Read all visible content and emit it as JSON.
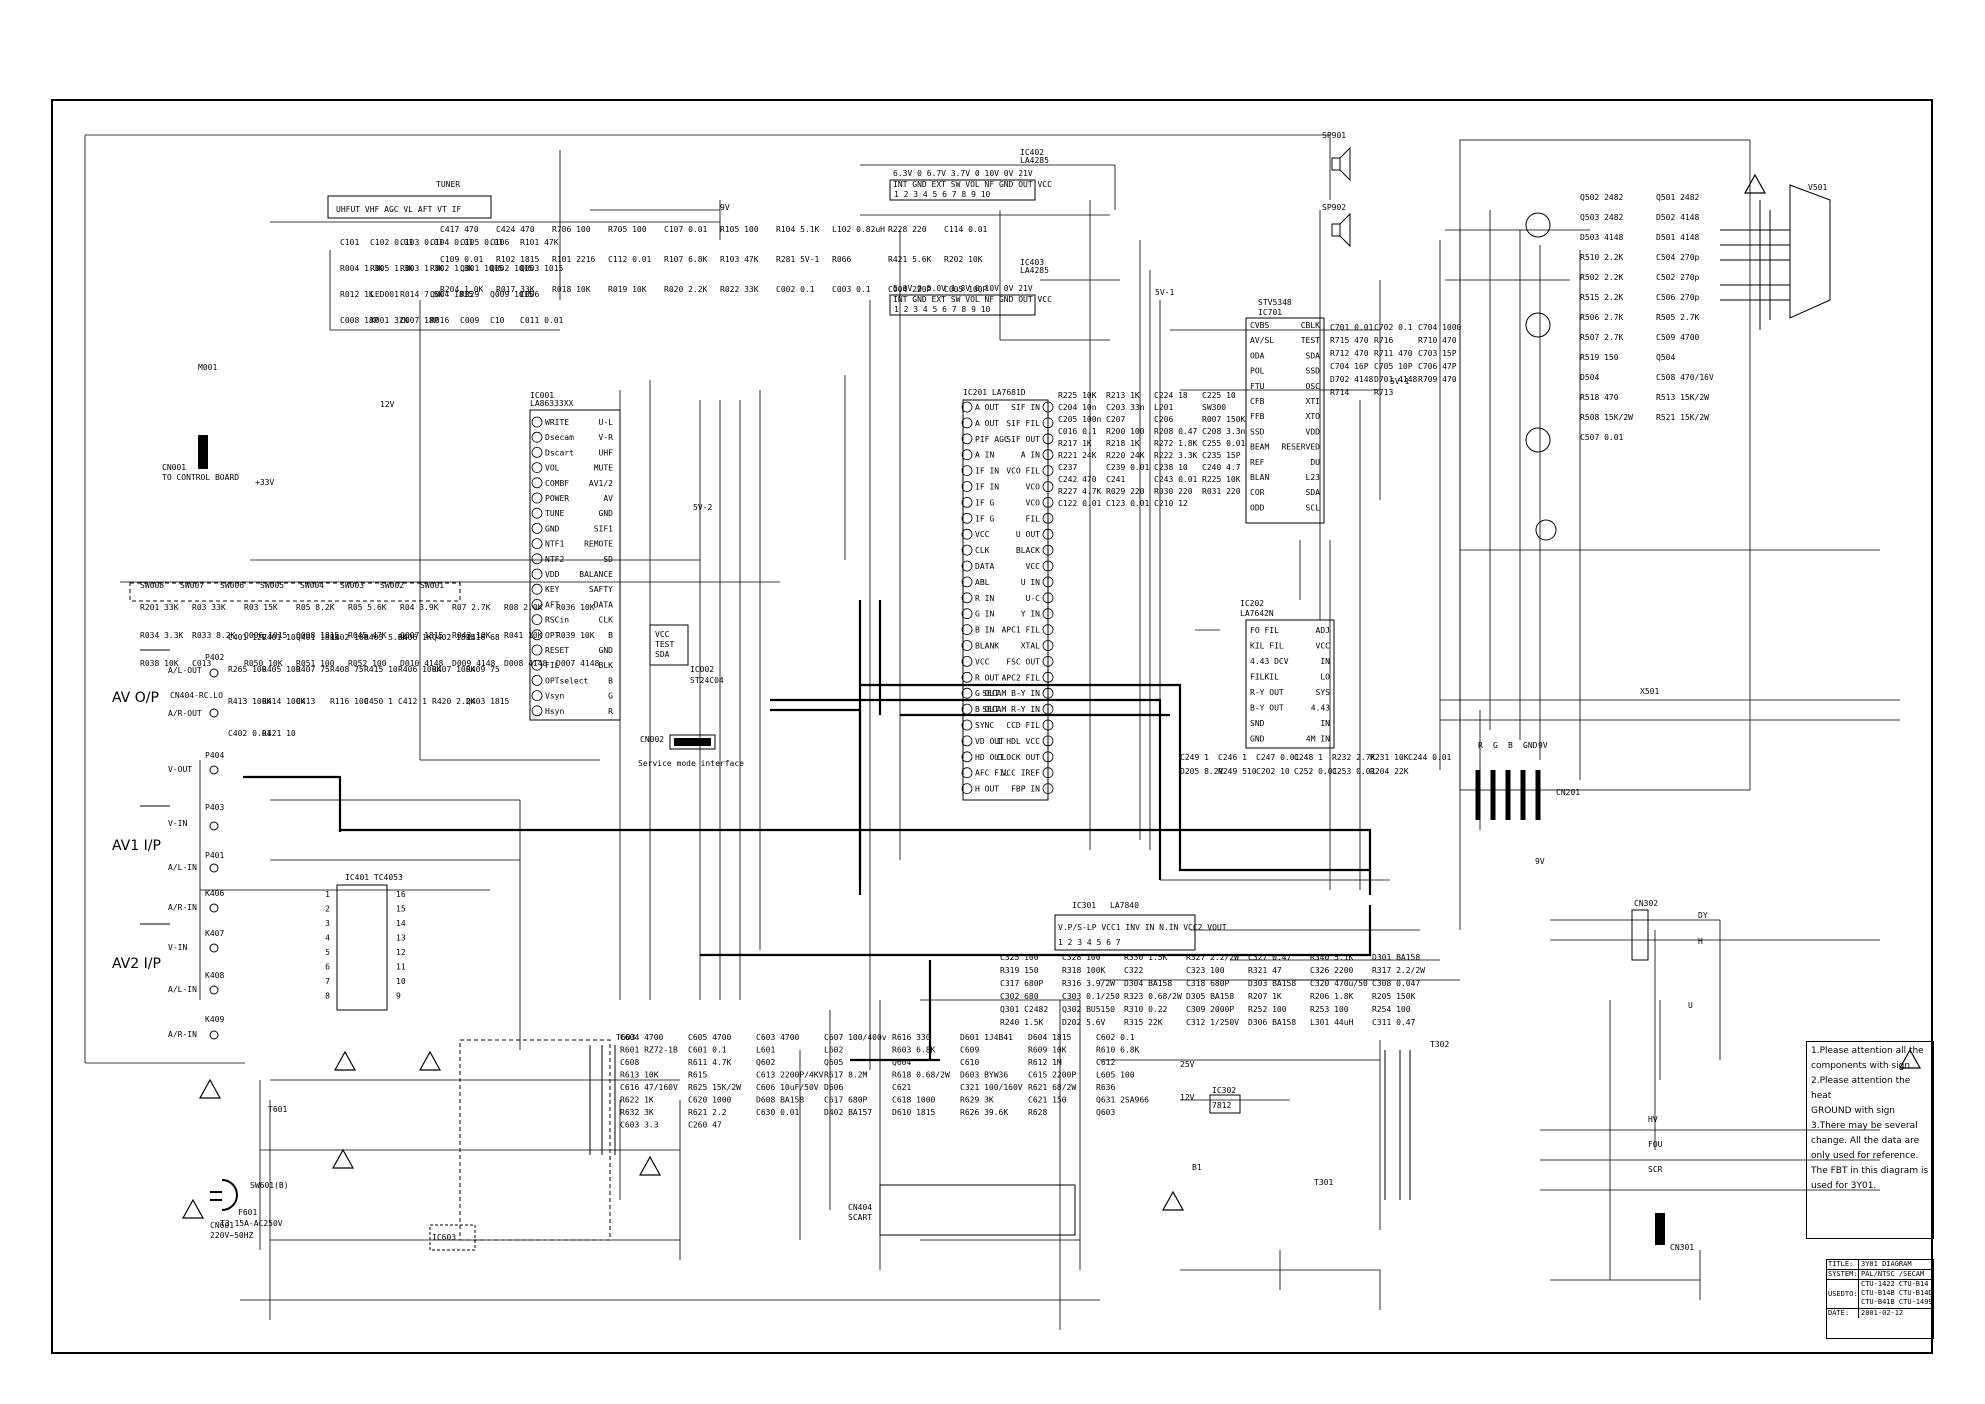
{
  "labels": {
    "tuner": "TUNER",
    "tuner_pins": "UHFUT VHF AGC VL AFT VT IF",
    "ic001": "IC001",
    "ic001_part": "LA86333XX",
    "ic201": "IC201 LA7681D",
    "ic202": "IC202",
    "ic202_part": "LA7642N",
    "ic301": "IC301",
    "ic301_part": "LA7840",
    "ic401": "IC401 TC4053",
    "ic402": "IC402",
    "ic402_part": "LA4285",
    "ic403": "IC403",
    "ic403_part": "LA4285",
    "ic701": "IC701",
    "ic701_part": "STV5348",
    "ic002": "IC002",
    "ic002_part": "ST24C04",
    "ic302": "IC302",
    "ic302_part": "7812",
    "ic603": "IC603",
    "cn001": "CN001",
    "cn001_desc": "TO CONTROL BOARD",
    "cn002": "CN002",
    "cn002_desc": "Service mode interface",
    "cn201": "CN201",
    "cn301": "CN301",
    "cn302": "CN302",
    "cn404": "CN404",
    "cn404_desc": "SCART",
    "cn601": "CN601",
    "cn601_desc": "220V~50HZ",
    "x501": "X501",
    "v501": "V501",
    "sp901": "SP901",
    "sp902": "SP902",
    "m001": "M001",
    "t301": "T301",
    "t302": "T302",
    "t601": "T601",
    "t603": "T603",
    "f601": "F601",
    "f601_desc": "T3.15A-AC250V",
    "sw601": "SW601(B)",
    "av_op": "AV O/P",
    "av1_ip": "AV1 I/P",
    "av2_ip": "AV2 I/P",
    "cn404_rc": "CN404-RC.LO",
    "al_out": "A/L-OUT",
    "ar_out": "A/R-OUT",
    "v_out": "V-OUT",
    "v_in": "V-IN",
    "al_in": "A/L-IN",
    "ar_in": "A/R-IN",
    "p402": "P402",
    "p404": "P404",
    "p403": "P403",
    "p401": "P401",
    "k406": "K406",
    "k407": "K407",
    "k408": "K408",
    "k409": "K409",
    "hv": "HV",
    "fdu": "FOU",
    "scr": "SCR",
    "dy": "DY",
    "h": "H",
    "u": "U",
    "v9": "9V",
    "v5_1": "5V-1",
    "v5_2": "5V-2",
    "v12": "12V",
    "v33": "+33V",
    "v25": "25V",
    "v12b": "12V",
    "b1": "B1",
    "sw_keys": [
      "SW008",
      "SW007",
      "SW006",
      "SW005",
      "SW004",
      "SW003",
      "SW002",
      "SW001"
    ],
    "rgb": [
      "R",
      "G",
      "B",
      "GND",
      "9V"
    ],
    "ic001_pins_left": [
      "WRITE",
      "Dsecam",
      "Dscart",
      "VOL",
      "COMBF",
      "POWER",
      "TUNE",
      "GND",
      "NTF1",
      "NTF2",
      "VDD",
      "KEY",
      "AFT",
      "RSCin",
      "OPT",
      "RESET",
      "FIL",
      "OPTselect",
      "Vsyn",
      "Hsyn"
    ],
    "ic001_pins_right": [
      "U-L",
      "V-R",
      "UHF",
      "MUTE",
      "AV1/2",
      "AV",
      "GND",
      "SIF1",
      "REMOTE",
      "SD",
      "BALANCE",
      "SAFTY",
      "DATA",
      "CLK",
      "B",
      "GND",
      "BLK",
      "B",
      "G",
      "R"
    ],
    "ic201_pins_left": [
      "A OUT",
      "A OUT",
      "PIF AGC",
      "A IN",
      "IF IN",
      "IF IN",
      "IF G",
      "IF G",
      "VCC",
      "CLK",
      "DATA",
      "ABL",
      "R IN",
      "G IN",
      "B IN",
      "BLANK",
      "VCC",
      "R OUT",
      "G OUT",
      "B OUT",
      "SYNC",
      "VD OUT",
      "HD OUT",
      "AFC FIL",
      "H OUT"
    ],
    "ic201_pins_right": [
      "SIF IN",
      "SIF FIL",
      "SIF OUT",
      "A IN",
      "VCO FIL",
      "VCO",
      "VCO",
      "FIL",
      "U OUT",
      "BLACK",
      "VCC",
      "U IN",
      "U-C",
      "Y IN",
      "APC1 FIL",
      "XTAL",
      "FSC OUT",
      "APC2 FIL",
      "SECAM B-Y IN",
      "SECAM R-Y IN",
      "CCD FIL",
      "1 HDL VCC",
      "CLOCK OUT",
      "VCC IREF",
      "FBP IN"
    ],
    "ic202_pins_left": [
      "FO FIL",
      "KIL FIL",
      "4.43 DCV",
      "FILKIL",
      "R-Y OUT",
      "B-Y OUT",
      "SND",
      "GND"
    ],
    "ic202_pins_right": [
      "ADJ",
      "VCC",
      "IN",
      "LO",
      "SYS",
      "4.43",
      "IN",
      "4M IN"
    ],
    "ic701_pins_left": [
      "CVBS",
      "AV/SL",
      "ODA",
      "POL",
      "FTU",
      "CFB",
      "FFB",
      "SSD",
      "BEAM",
      "REF",
      "BLAN",
      "COR",
      "ODD"
    ],
    "ic701_pins_right": [
      "CBLK",
      "TEST",
      "SDA",
      "SSD",
      "OSC",
      "XTI",
      "XTO",
      "VDD",
      "RESERVED",
      "DU",
      "L23",
      "SDA",
      "SCL"
    ],
    "ic402_pins": "6.3V 0 6.7V 3.7V 0 10V 0V 21V",
    "ic402_pin_names": "INT GND EXT SW VOL NF GND OUT VCC",
    "ic403_pins": "5.0V 0 5.0V 1.8V 0 10V 0V 21V",
    "ic301_pins": "V.P/S-LP VCC1 INV IN N.IN VCC2 VOUT",
    "ic401_pins": [
      "1",
      "2",
      "3",
      "4",
      "5",
      "6",
      "7",
      "8",
      "9",
      "10",
      "11",
      "12",
      "13",
      "14",
      "15",
      "16"
    ],
    "components_top": [
      "C417 470",
      "C424 470",
      "R706 100",
      "R705 100",
      "C107 0.01",
      "R105 100",
      "R104 5.1K",
      "L102 0.82uH",
      "R228 220",
      "C114 0.01",
      "C109 0.01",
      "R102 1815",
      "R101 2216",
      "C112 0.01",
      "R107 6.8K",
      "R103 47K",
      "R281 5V-1",
      "R066",
      "R421 5.6K",
      "R202 10K",
      "R204 1.0K",
      "R017 33K",
      "R018 10K",
      "R019 10K",
      "R020 2.2K",
      "R022 33K",
      "C002 0.1",
      "C003 0.1",
      "C004 220P",
      "C005 100P"
    ],
    "components_mid": [
      "R201 33K",
      "R03 33K",
      "R03 15K",
      "R05 8.2K",
      "R05 5.6K",
      "R04 3.9K",
      "R07 2.7K",
      "R08 2.0K",
      "R036 10K",
      "R034 3.3K",
      "R033 8.2K",
      "Q006 1015",
      "Q008 1815",
      "R045 47K",
      "Q007 1815",
      "R043 10K",
      "R041 10K",
      "R039 10K",
      "R038 10K",
      "C013",
      "R050 10K",
      "R051 100",
      "R052 100",
      "D010 4148",
      "D009 4148",
      "D008 4148",
      "D007 4148"
    ],
    "components_ic201": [
      "R225 10K",
      "R213 1K",
      "C224 18",
      "C225 10",
      "C204 10n",
      "C203 33n",
      "L201",
      "SW300",
      "C205 100n",
      "C207",
      "C206",
      "R007 150K",
      "C016 0.1",
      "R200 100",
      "R208 0.47",
      "C208 3.3n",
      "R217 1K",
      "R218 1K",
      "R272 1.8K",
      "C255 0.01",
      "R221 24K",
      "R220 24K",
      "R222 3.3K",
      "C235 15P",
      "C237",
      "C239 0.01",
      "C238 10",
      "C240 4.7",
      "C242 470",
      "C241",
      "C243 0.01",
      "R225 10K",
      "R227 4.7K",
      "R029 220",
      "R030 220",
      "R031 220",
      "C122 0.01",
      "C123 0.01",
      "C210 12"
    ],
    "components_ic202": [
      "C249 1",
      "C246 1",
      "C247 0.01",
      "C248 1",
      "R232 2.7K",
      "R231 10K",
      "C244 0.01",
      "D205 8.2V",
      "R249 510",
      "C202 10",
      "C252 0.01",
      "C253 0.01",
      "R204 22K"
    ],
    "components_ic701": [
      "C701 0.01",
      "C702 0.1",
      "C704 1000",
      "R715 470",
      "R716",
      "R710 470",
      "R712 470",
      "R711 470",
      "C703 15P",
      "C704 16P",
      "C705 10P",
      "C706 47P",
      "D702 4148",
      "D701 4148",
      "R709 470",
      "R714",
      "R713"
    ],
    "components_ic301": [
      "C325 100",
      "C328 100",
      "R330 1.5K",
      "R327 2.2/2W",
      "C327 0.47",
      "R340 5.1K",
      "D301 BA158",
      "R319 150",
      "R318 100K",
      "C322",
      "C323 100",
      "R321 47",
      "C326 2200",
      "R317 2.2/2W",
      "C317 680P",
      "R316 3.9/2W",
      "D304 BA158",
      "C318 680P",
      "D303 BA158",
      "C320 470u/50",
      "C308 0.047",
      "C302 680",
      "C303 0.1/250",
      "R323 0.68/2W",
      "D305 BA158",
      "R207 1K",
      "R206 1.8K",
      "R205 150K",
      "Q301 C2482",
      "Q302 BU5150",
      "R310 0.22",
      "C309 2000P",
      "R252 100",
      "R253 100",
      "R254 100",
      "R240 1.5K",
      "D202 5.6V",
      "R315 22K",
      "C312 1/250V",
      "D306 BA158",
      "L301 44uH",
      "C311 0.47"
    ],
    "components_power": [
      "C604 4700",
      "C605 4700",
      "C603 4700",
      "C607 100/400v",
      "R616 330",
      "D601 1J4B41",
      "D604 1815",
      "C602 0.1",
      "R601 RZ72-1B",
      "C601 0.1",
      "L601",
      "L602",
      "R603 6.8K",
      "C609",
      "R609 10K",
      "R610 6.8K",
      "C608",
      "R611 4.7K",
      "Q602",
      "Q605",
      "Q604",
      "C610",
      "R612 1M",
      "C612",
      "R613 10K",
      "R615",
      "C613 2200P/4KV",
      "R617 8.2M",
      "R618 0.68/2W",
      "D603 BYW36",
      "C615 2200P",
      "L605 100",
      "C616 47/160V",
      "R625 15K/2W",
      "C606 10uF/50V",
      "D606",
      "C621",
      "C321 100/160V",
      "R621 68/2W",
      "R636",
      "R622 1K",
      "C620 1000",
      "D608 BA158",
      "C617 680P",
      "C618 1000",
      "R629 3K",
      "C621 150",
      "Q631 2SA966",
      "R632 3K",
      "R621 2.2",
      "C630 0.01",
      "D402 BA157",
      "D610 1815",
      "R626 39.6K",
      "R628",
      "Q603",
      "C603 3.3",
      "C260 47"
    ],
    "components_tuner": [
      "C101",
      "C102 0.01",
      "C103 0.01",
      "C104 0.01",
      "C105 0.01",
      "C106",
      "R101 47K",
      "R004 1.3K",
      "R005 1.3K",
      "R003 1.3K",
      "R002 1.3K",
      "Q001 1015",
      "Q002 1015",
      "Q003 1015",
      "R012 1K",
      "LED001",
      "R014 7.5K",
      "Q004 1815",
      "R029",
      "Q009 1015",
      "C006",
      "C008 18P",
      "X001 32K",
      "C007 18P",
      "R016",
      "C009",
      "C10",
      "C011 0.01"
    ],
    "components_av": [
      "C401 12V",
      "R401 10",
      "Q401 1815",
      "R402 100",
      "R403 5.6K",
      "R406 1K",
      "Q402 1815",
      "R416 68",
      "R265 100",
      "R405 100",
      "R407 75",
      "R408 75",
      "R415 10",
      "R406 100K",
      "R407 100K",
      "R409 75",
      "R413 100K",
      "R414 100K",
      "C413",
      "R116 100",
      "C450 1",
      "C412 1",
      "R420 2.2K",
      "Q403 1815",
      "C402 0.01",
      "R421 10"
    ],
    "components_right": [
      "Q502 2482",
      "Q501 2482",
      "Q503 2482",
      "D502 4148",
      "D503 4148",
      "D501 4148",
      "R510 2.2K",
      "C504 270p",
      "R502 2.2K",
      "C502 270p",
      "R515 2.2K",
      "C506 270p",
      "R506 2.7K",
      "R505 2.7K",
      "R507 2.7K",
      "C509 4700",
      "R519 150",
      "Q504",
      "D504",
      "C508 470/16V",
      "R518 470",
      "R513 15K/2W",
      "R508 15K/2W",
      "R521 15K/2W",
      "C507 0.01"
    ]
  },
  "notes": [
    "1.Please attention all the",
    "   components with sign",
    "2.Please attention the heat",
    "   GROUND with sign",
    "3.There may be several",
    "   change. All the data are",
    "   only used for reference.",
    "   The FBT in this diagram is",
    "   used for 3Y01."
  ],
  "title_block": {
    "title_key": "TITLE:",
    "title_val": "3Y01 DIAGRAM",
    "system_key": "SYSTEM:",
    "system_val": "PAL/NTSC /SECAM",
    "used_key": "USEDTO:",
    "used_rows": [
      "CTU-1422 CTU-B14",
      "CTU-B14B CTU-B14D",
      "CTU-B41B CTU-1499"
    ],
    "date_key": "DATE:",
    "date_val": "2001-02-12"
  }
}
